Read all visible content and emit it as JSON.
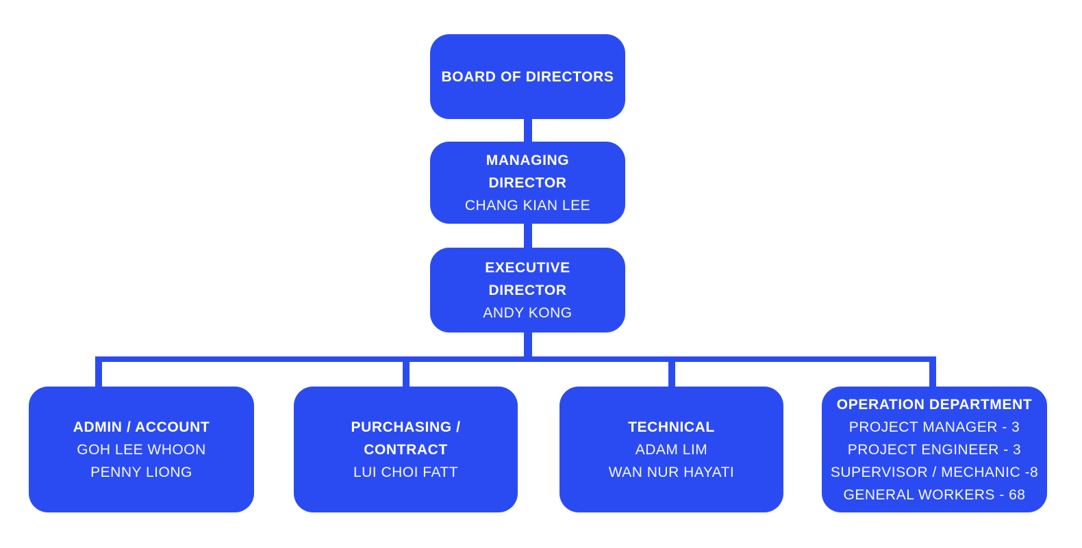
{
  "colors": {
    "node_fill": "#2B4BF2",
    "text_on_node": "#FFFFFF",
    "background": "#FFFFFF"
  },
  "org_chart": {
    "root": {
      "title": "BOARD OF DIRECTORS"
    },
    "managing_director": {
      "title_lines": [
        "MANAGING",
        "DIRECTOR"
      ],
      "name": "CHANG KIAN LEE"
    },
    "executive_director": {
      "title_lines": [
        "EXECUTIVE",
        "DIRECTOR"
      ],
      "name": "ANDY KONG"
    },
    "departments": [
      {
        "title_lines": [
          "ADMIN / ACCOUNT"
        ],
        "members": [
          "GOH LEE WHOON",
          "PENNY LIONG"
        ]
      },
      {
        "title_lines": [
          "PURCHASING /",
          "CONTRACT"
        ],
        "members": [
          "LUI CHOI FATT"
        ]
      },
      {
        "title_lines": [
          "TECHNICAL"
        ],
        "members": [
          "ADAM LIM",
          "WAN NUR HAYATI"
        ]
      },
      {
        "title_lines": [
          "OPERATION DEPARTMENT"
        ],
        "members": [
          "PROJECT MANAGER - 3",
          "PROJECT ENGINEER - 3",
          "SUPERVISOR / MECHANIC -8",
          "GENERAL WORKERS - 68"
        ]
      }
    ]
  }
}
